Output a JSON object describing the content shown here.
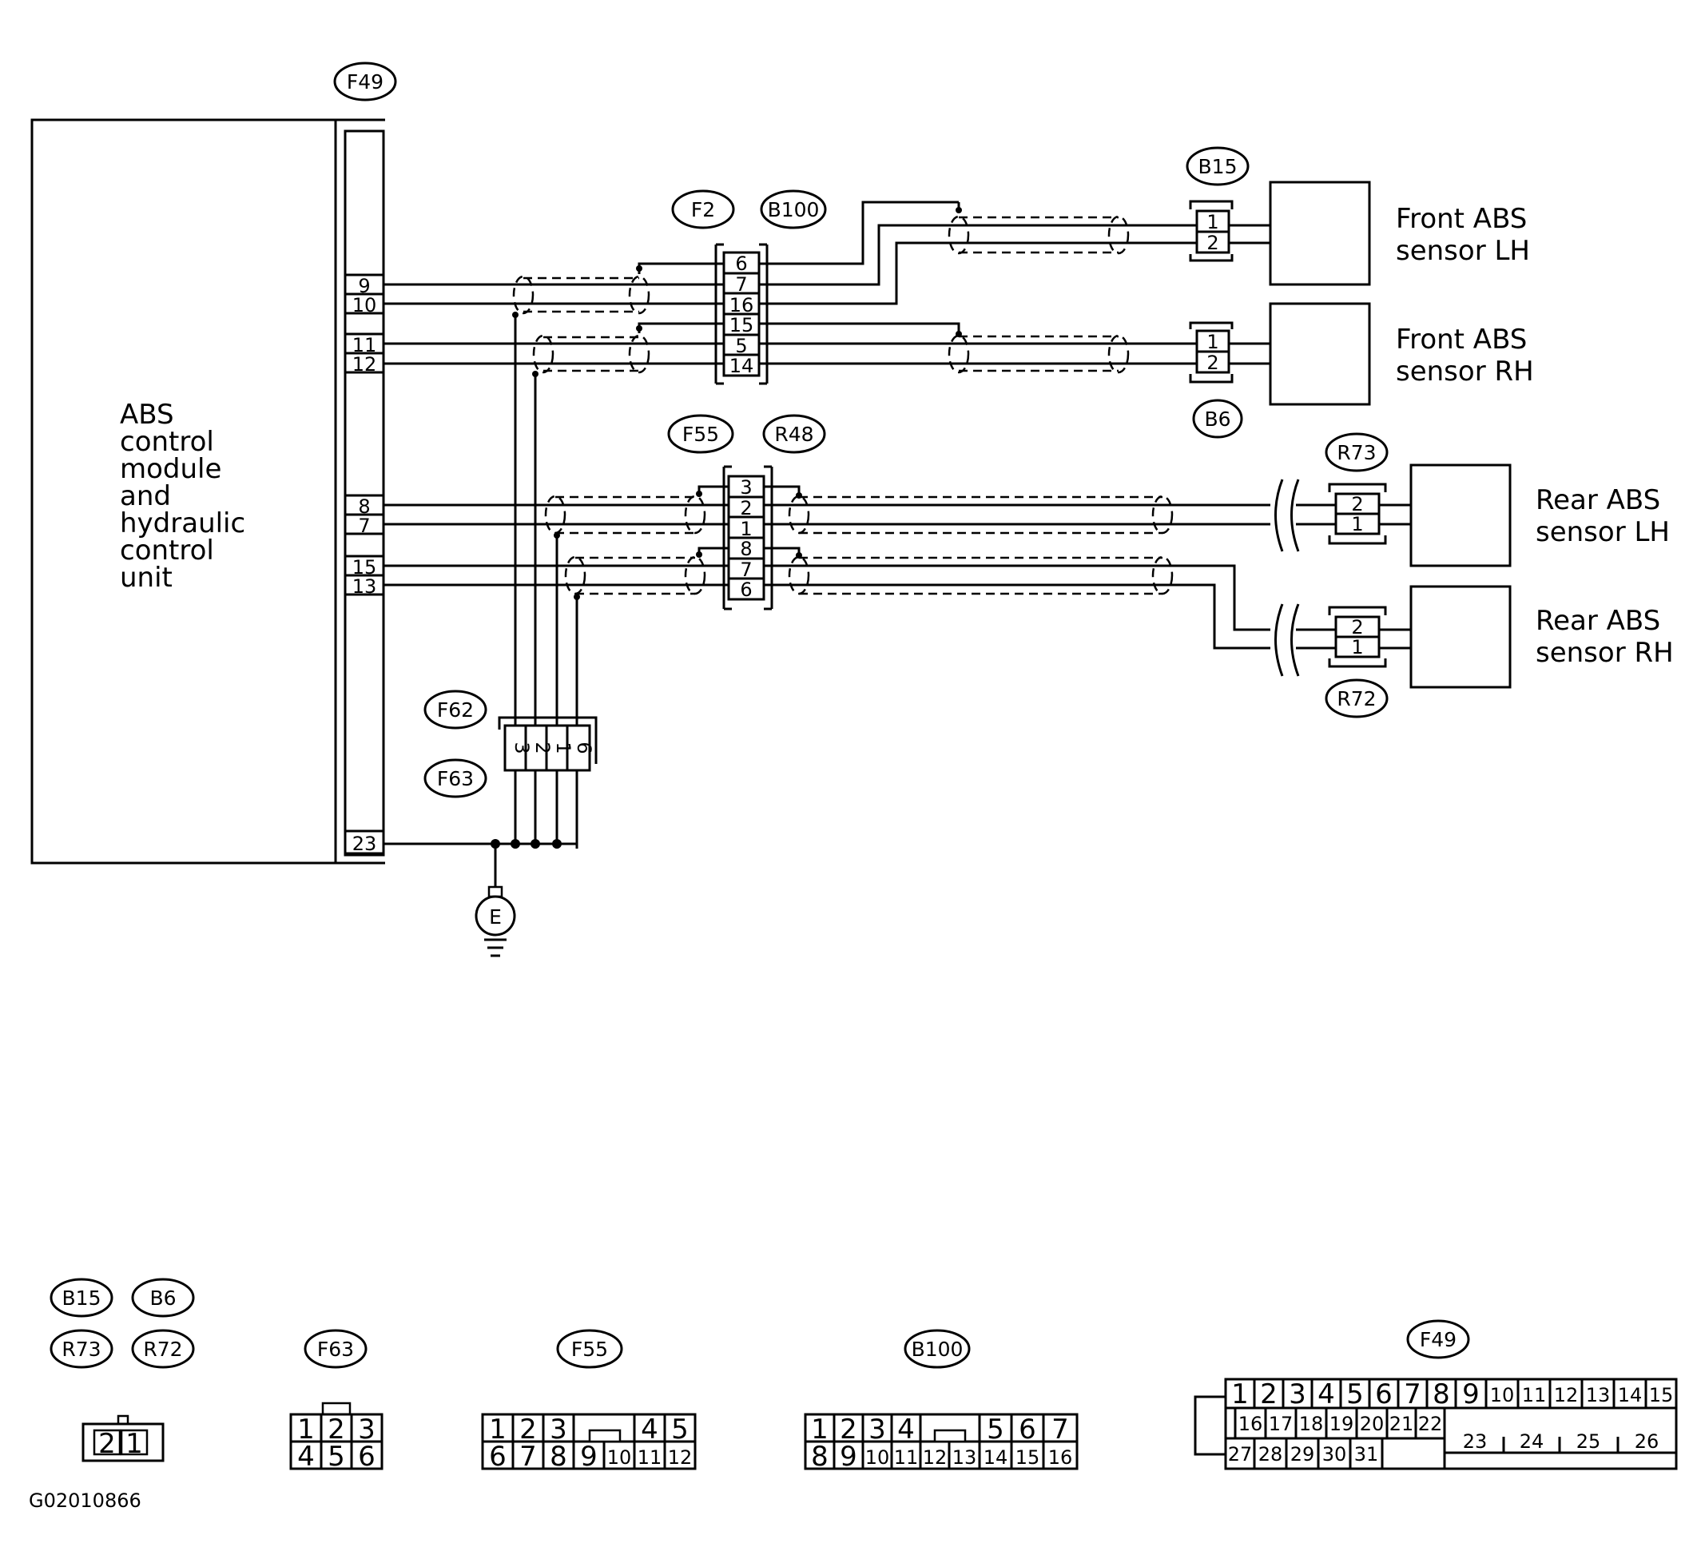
{
  "module": {
    "lines": [
      "ABS",
      "control",
      "module",
      "and",
      "hydraulic",
      "control",
      "unit"
    ],
    "connector": "F49",
    "pins": [
      "9",
      "10",
      "11",
      "12",
      "8",
      "7",
      "15",
      "13",
      "23"
    ]
  },
  "joint_front": {
    "connectors": [
      "F2",
      "B100"
    ],
    "pins": [
      "6",
      "7",
      "16",
      "15",
      "5",
      "14"
    ]
  },
  "joint_rear": {
    "connectors": [
      "F55",
      "R48"
    ],
    "pins": [
      "3",
      "2",
      "1",
      "8",
      "7",
      "6"
    ]
  },
  "ground_joint": {
    "connectors": [
      "F62",
      "F63"
    ],
    "pins": [
      "3",
      "2",
      "1",
      "6"
    ],
    "ground_label": "E"
  },
  "sensors": [
    {
      "connector": "B15",
      "pins": [
        "1",
        "2"
      ],
      "label": [
        "Front ABS",
        "sensor LH"
      ]
    },
    {
      "connector": "B6",
      "pins": [
        "1",
        "2"
      ],
      "label": [
        "Front ABS",
        "sensor RH"
      ]
    },
    {
      "connector": "R73",
      "pins": [
        "2",
        "1"
      ],
      "label": [
        "Rear ABS",
        "sensor LH"
      ]
    },
    {
      "connector": "R72",
      "pins": [
        "2",
        "1"
      ],
      "label": [
        "Rear ABS",
        "sensor RH"
      ]
    }
  ],
  "legend": {
    "sensor_tags": [
      "B15",
      "B6",
      "R73",
      "R72"
    ],
    "sensor_pins": [
      "2",
      "1"
    ],
    "f63": {
      "tag": "F63",
      "rows": [
        [
          "1",
          "2",
          "3"
        ],
        [
          "4",
          "5",
          "6"
        ]
      ]
    },
    "f55": {
      "tag": "F55",
      "rows": [
        [
          "1",
          "2",
          "3",
          "",
          "4",
          "5"
        ],
        [
          "6",
          "7",
          "8",
          "9",
          "10",
          "11",
          "12"
        ]
      ]
    },
    "b100": {
      "tag": "B100",
      "rows": [
        [
          "1",
          "2",
          "3",
          "4",
          "",
          "5",
          "6",
          "7"
        ],
        [
          "8",
          "9",
          "10",
          "11",
          "12",
          "13",
          "14",
          "15",
          "16"
        ]
      ]
    },
    "f49": {
      "tag": "F49",
      "rows": [
        [
          "1",
          "2",
          "3",
          "4",
          "5",
          "6",
          "7",
          "8",
          "9",
          "10",
          "11",
          "12",
          "13",
          "14",
          "15"
        ],
        [
          "16",
          "17",
          "18",
          "19",
          "20",
          "21",
          "22"
        ],
        [
          "27",
          "28",
          "29",
          "30",
          "31"
        ],
        [
          "23",
          "24",
          "25",
          "26"
        ]
      ]
    }
  },
  "figure_code": "G02010866"
}
